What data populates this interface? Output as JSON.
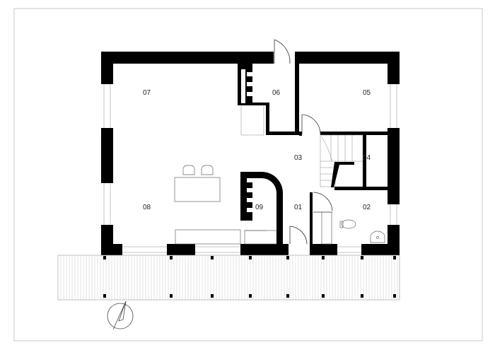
{
  "rooms": [
    {
      "id": "r01",
      "label": "01"
    },
    {
      "id": "r02",
      "label": "02"
    },
    {
      "id": "r03",
      "label": "03"
    },
    {
      "id": "r04",
      "label": "04"
    },
    {
      "id": "r05",
      "label": "05"
    },
    {
      "id": "r06",
      "label": "06"
    },
    {
      "id": "r07",
      "label": "07"
    },
    {
      "id": "r08",
      "label": "08"
    },
    {
      "id": "r09",
      "label": "09"
    }
  ]
}
